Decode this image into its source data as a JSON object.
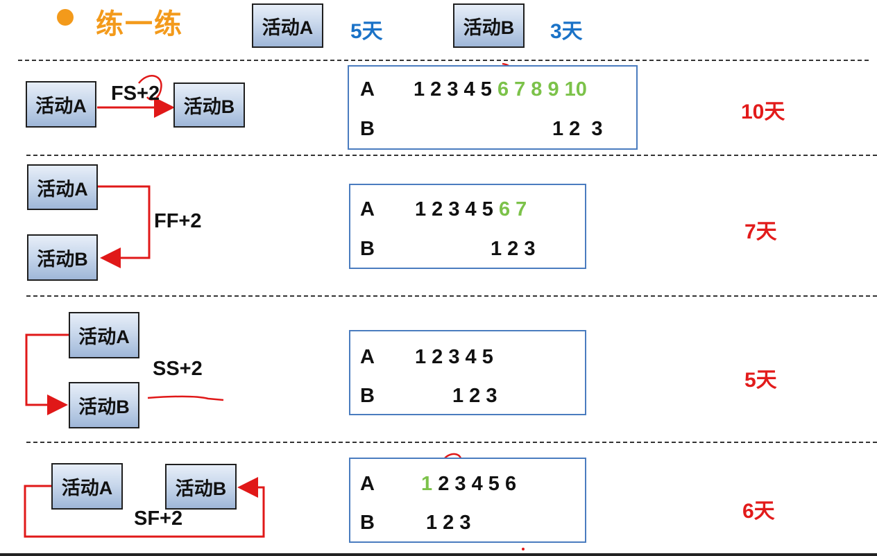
{
  "title": "练一练",
  "header": {
    "activity_a": {
      "label": "活动A",
      "duration": "5天"
    },
    "activity_b": {
      "label": "活动B",
      "duration": "3天"
    }
  },
  "sections": [
    {
      "relation": "FS+2",
      "box_a": "活动A",
      "box_b": "活动B",
      "row_a_label": "A",
      "row_b_label": "B",
      "row_a_black": "1 2 3 4 5",
      "row_a_green": "6 7 8 9 10",
      "row_b": "1 2  3",
      "result": "10天"
    },
    {
      "relation": "FF+2",
      "box_a": "活动A",
      "box_b": "活动B",
      "row_a_label": "A",
      "row_b_label": "B",
      "row_a_black": "1 2 3 4 5",
      "row_a_green": "6 7",
      "row_b": "1 2 3",
      "result": "7天"
    },
    {
      "relation": "SS+2",
      "box_a": "活动A",
      "box_b": "活动B",
      "row_a_label": "A",
      "row_b_label": "B",
      "row_a_black": "1 2 3 4 5",
      "row_b": "1 2 3",
      "result": "5天"
    },
    {
      "relation": "SF+2",
      "box_a": "活动A",
      "box_b": "活动B",
      "row_a_label": "A",
      "row_b_label": "B",
      "row_a_green": "1",
      "row_a_black": "2 3 4 5 6",
      "row_b": "1 2 3",
      "result": "6天"
    }
  ],
  "colors": {
    "title": "#f39a1b",
    "duration": "#1a72c7",
    "result": "#e21b1b",
    "arrow": "#e01818",
    "green_digits": "#7cc24a",
    "panel_border": "#4a7cbf"
  }
}
